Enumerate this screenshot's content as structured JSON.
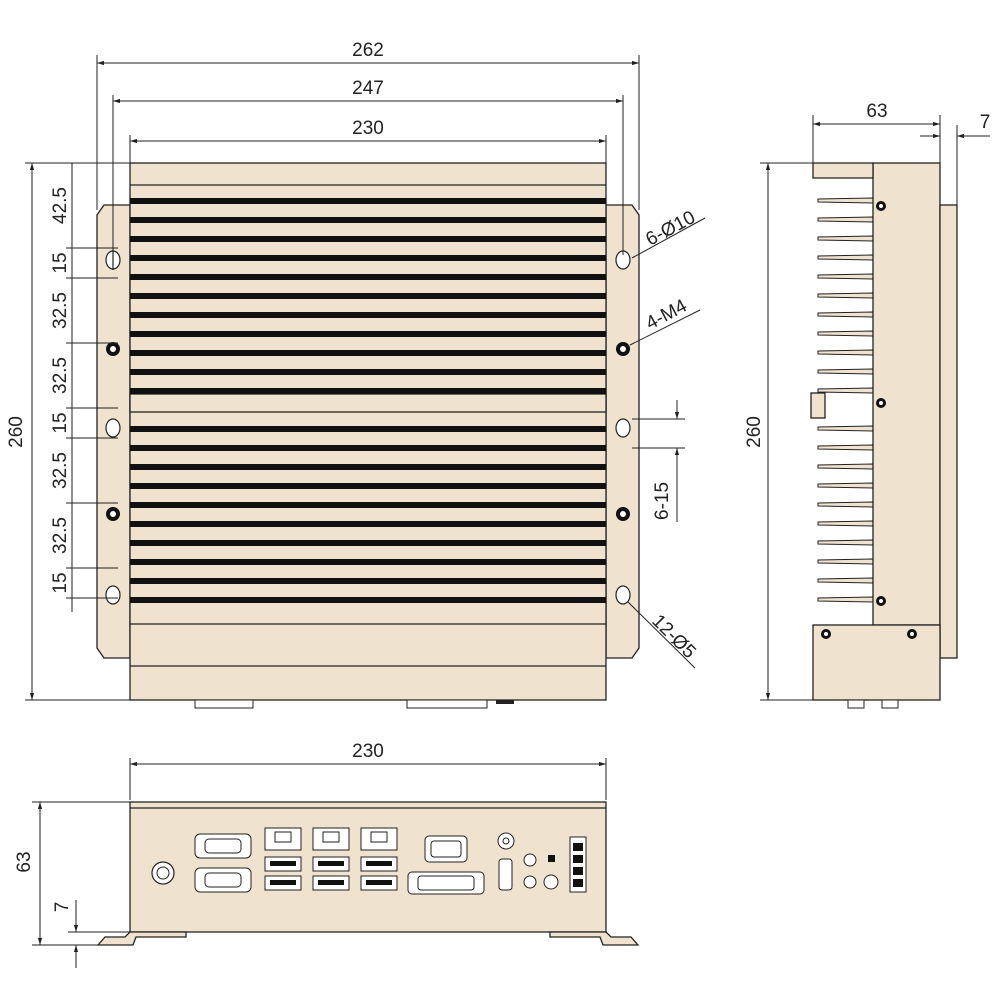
{
  "top_view": {
    "width_labels": [
      "262",
      "247",
      "230"
    ],
    "height_label": "260",
    "left_spacings": [
      "42.5",
      "15",
      "32.5",
      "32.5",
      "15",
      "32.5",
      "32.5",
      "15"
    ],
    "callouts": [
      "6-Ø10",
      "4-M4",
      "6-15",
      "12-Ø5"
    ]
  },
  "side_view": {
    "depth_label": "63",
    "flange_label": "7",
    "height_label": "260"
  },
  "front_view": {
    "width_label": "230",
    "height_label": "63",
    "foot_label": "7"
  },
  "colors": {
    "housing": "#efe3cf",
    "line": "#222222",
    "fin": "#111111"
  }
}
